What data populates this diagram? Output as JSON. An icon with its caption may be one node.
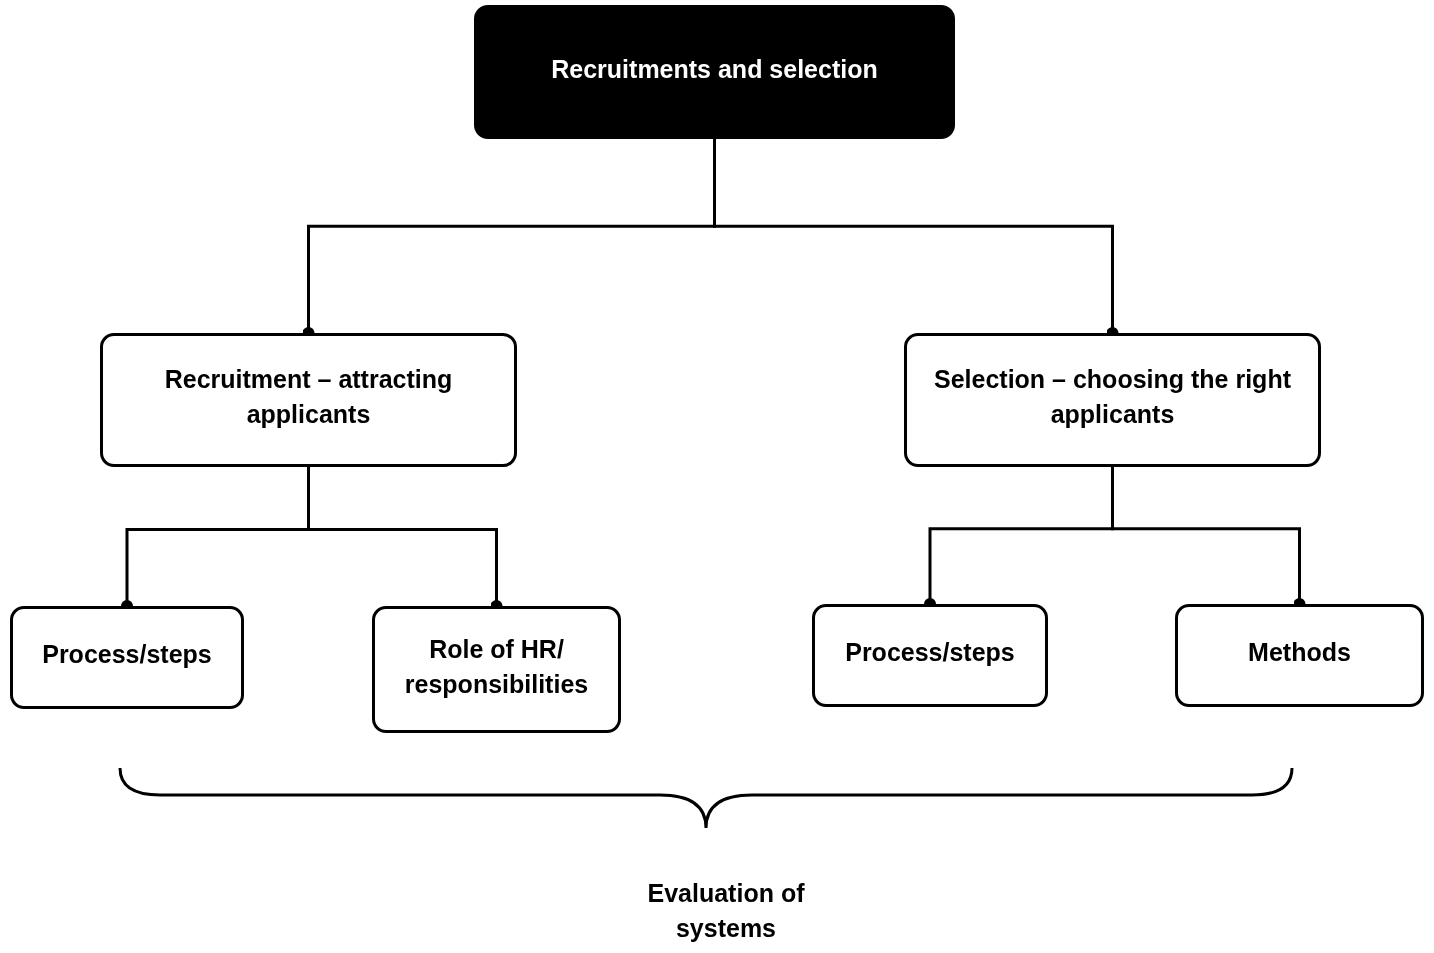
{
  "diagram": {
    "nodes": [
      {
        "text": [
          "Recruitments and selection"
        ]
      },
      {
        "text": [
          "Recruitment – attracting applicants"
        ]
      },
      {
        "text": [
          "Selection – choosing the right applicants"
        ]
      },
      {
        "text": [
          "Process/steps"
        ]
      },
      {
        "text": [
          "Role of HR/ responsibilities"
        ]
      },
      {
        "text": [
          "Process/steps"
        ]
      },
      {
        "text": [
          "Methods"
        ]
      }
    ],
    "edges": [
      {
        "from": 0,
        "to": 1,
        "arrow": "other"
      },
      {
        "from": 0,
        "to": 2,
        "arrow": "other"
      },
      {
        "from": 1,
        "to": 3,
        "arrow": "other"
      },
      {
        "from": 1,
        "to": 4,
        "arrow": "other"
      },
      {
        "from": 2,
        "to": 5,
        "arrow": "other"
      },
      {
        "from": 2,
        "to": 6,
        "arrow": "other"
      }
    ],
    "labels": [
      "Evaluation of systems"
    ]
  }
}
